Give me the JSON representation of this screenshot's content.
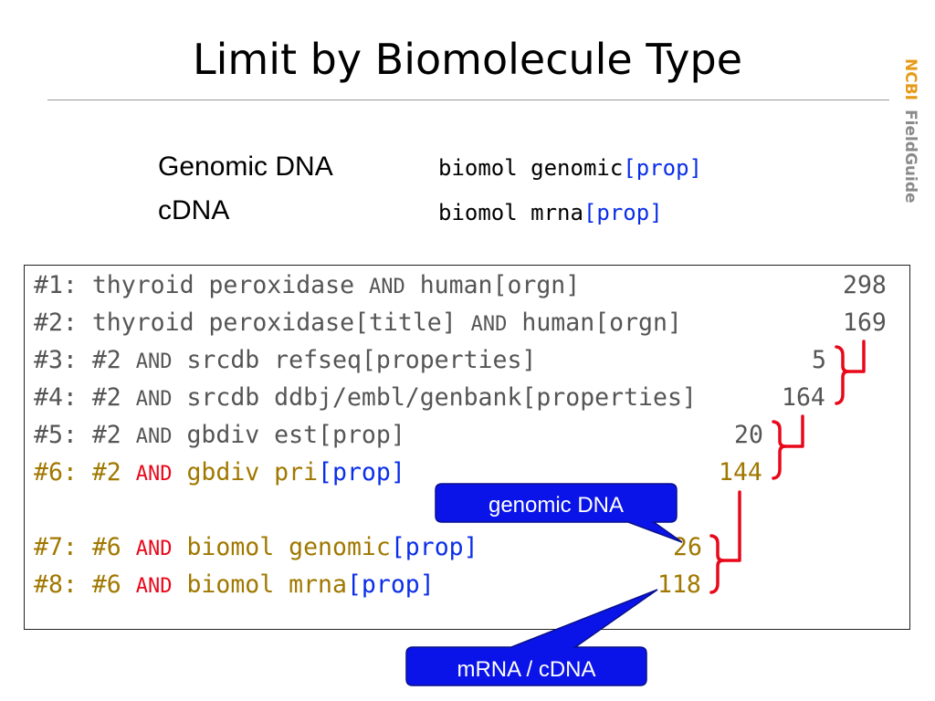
{
  "slide": {
    "title": "Limit by Biomolecule Type",
    "brand": {
      "org": "NCBI",
      "product": "FieldGuide"
    }
  },
  "definitions": [
    {
      "term": "Genomic DNA",
      "query_prefix": "biomol genomic",
      "query_tag": "[prop]"
    },
    {
      "term": "cDNA",
      "query_prefix": "biomol mrna",
      "query_tag": "[prop]"
    }
  ],
  "history": [
    {
      "id": "#1:",
      "parts": [
        "thyroid peroxidase",
        "AND",
        "human[orgn]"
      ],
      "count": "298"
    },
    {
      "id": "#2:",
      "parts": [
        "thyroid peroxidase[title]",
        "AND",
        "human[orgn]"
      ],
      "count": "169"
    },
    {
      "id": "#3:",
      "parts": [
        "#2",
        "AND",
        "srcdb refseq[properties]"
      ],
      "count": "5"
    },
    {
      "id": "#4:",
      "parts": [
        "#2",
        "AND",
        "srcdb ddbj/embl/genbank[properties]"
      ],
      "count": "164"
    },
    {
      "id": "#5:",
      "parts": [
        "#2",
        "AND",
        "gbdiv est[prop]"
      ],
      "count": "20"
    },
    {
      "id": "#6:",
      "parts": [
        "#2",
        "AND",
        "gbdiv pri",
        "[prop]"
      ],
      "count": "144"
    },
    {
      "id": "#7:",
      "parts": [
        "#6",
        "AND",
        "biomol genomic",
        "[prop]"
      ],
      "count": "26"
    },
    {
      "id": "#8:",
      "parts": [
        "#6",
        "AND",
        "biomol mrna",
        "[prop]"
      ],
      "count": "118"
    }
  ],
  "callouts": [
    {
      "label": "genomic DNA"
    },
    {
      "label": "mRNA / cDNA"
    }
  ],
  "colors": {
    "history_default": "#555555",
    "history_highlight": "#a07800",
    "and_highlight": "#e8081a",
    "tag_blue": "#0a2ee8",
    "bracket_red": "#e8081a",
    "callout_fill": "#0a14e8",
    "brand_orange": "#e69a18",
    "brand_gray": "#8a8a8a"
  }
}
